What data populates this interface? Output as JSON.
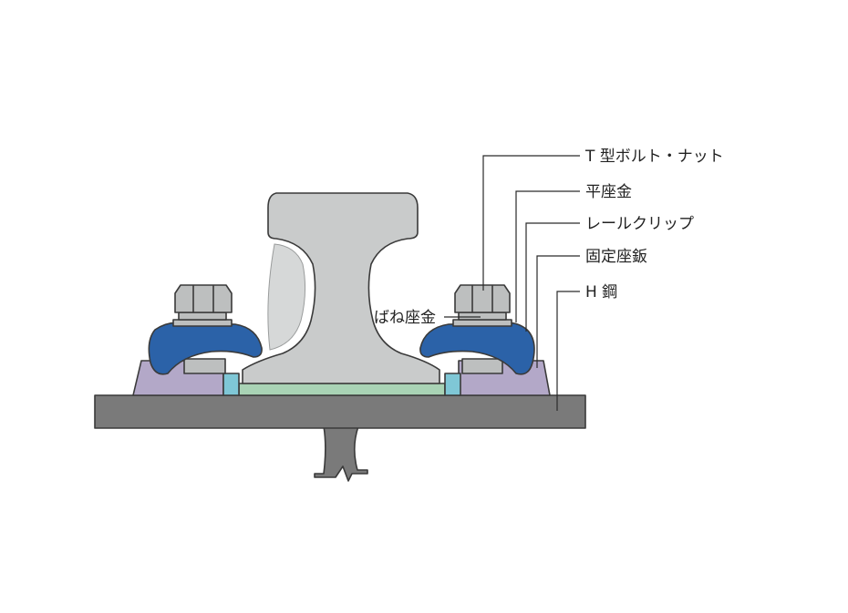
{
  "labels": {
    "t_bolt_nut": "T 型ボルト・ナット",
    "flat_washer": "平座金",
    "rail_clip": "レールクリップ",
    "fixed_base_plate": "固定座鈑",
    "h_steel": "H 鋼",
    "spring_washer": "ばね座金"
  },
  "colors": {
    "rail": "#c9cbcb",
    "h_steel": "#7a7a7a",
    "rail_clip": "#2b62a8",
    "base_plate": "#b3a8c8",
    "pad": "#a9d3b5",
    "spacer": "#7fc7d6",
    "bolt": "#bdbfbf"
  }
}
